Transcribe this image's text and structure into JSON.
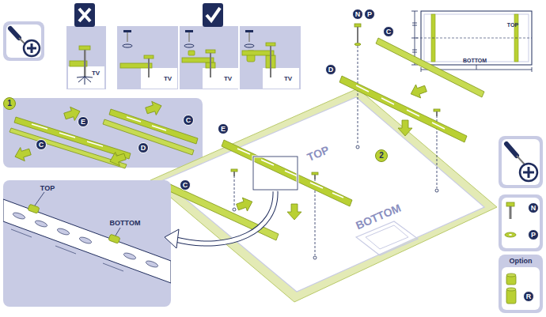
{
  "diagram": {
    "nodes": [
      {
        "text": [
          "N"
        ]
      },
      {
        "text": [
          "P"
        ]
      },
      {
        "text": [
          "C"
        ]
      },
      {
        "text": [
          "1"
        ]
      },
      {
        "text": [
          "E"
        ]
      },
      {
        "text": [
          "C"
        ]
      },
      {
        "text": [
          "C"
        ]
      },
      {
        "text": [
          "D"
        ]
      },
      {
        "text": [
          "D"
        ]
      },
      {
        "text": [
          "E"
        ]
      },
      {
        "text": [
          "2"
        ]
      },
      {
        "text": [
          "C"
        ]
      },
      {
        "text": [
          "N"
        ]
      },
      {
        "text": [
          "P"
        ]
      },
      {
        "text": [
          "R"
        ]
      }
    ],
    "labels": [
      "TV",
      "TV",
      "TV",
      "TV",
      "TOP",
      "BOTTOM",
      "TOP",
      "TOP",
      "BOTTOM",
      "BOTTOM",
      "Option"
    ]
  }
}
